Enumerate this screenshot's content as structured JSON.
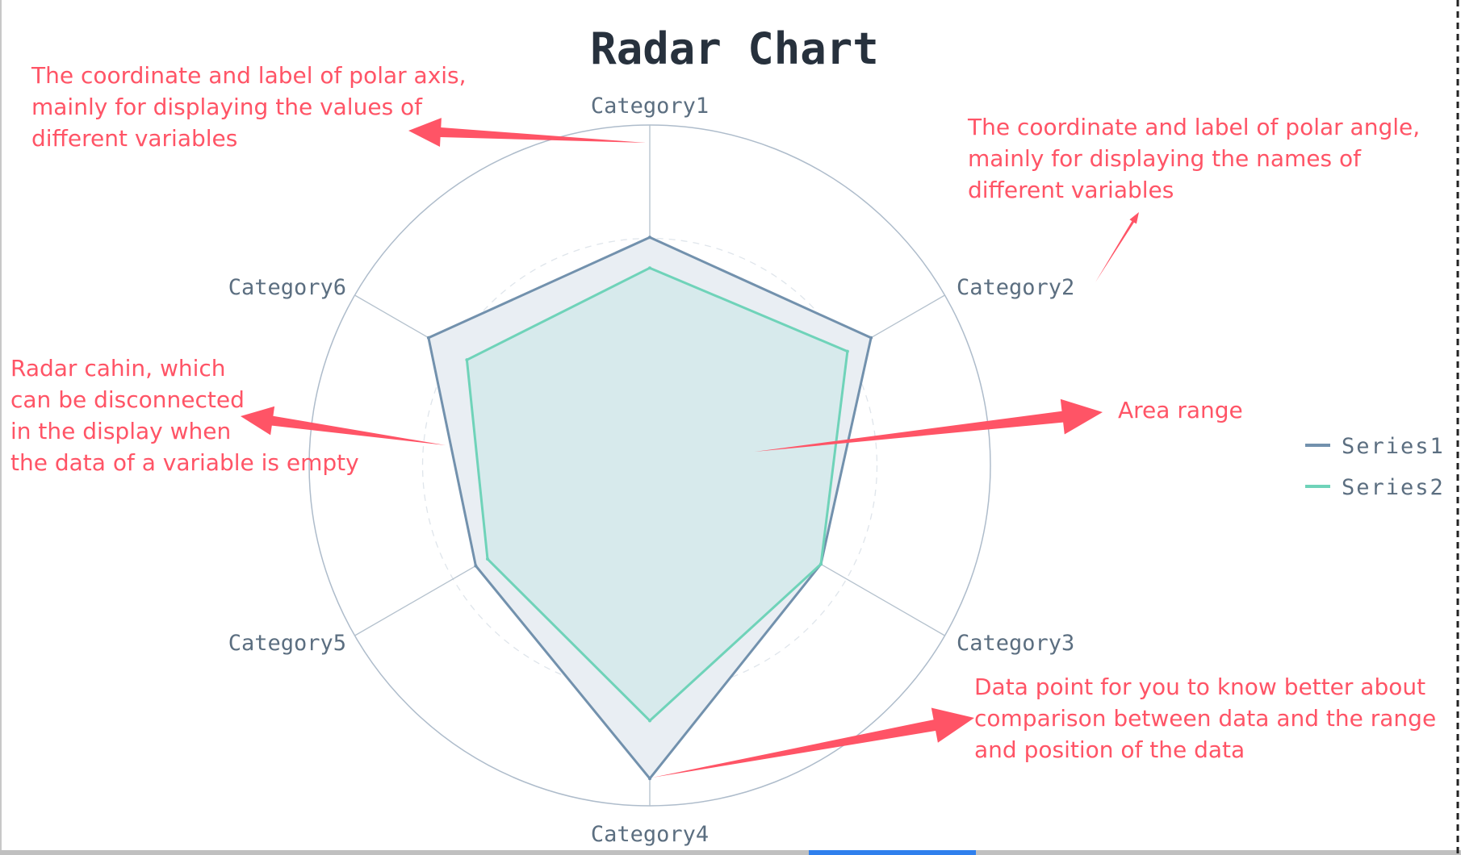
{
  "chart_data": {
    "type": "radar",
    "title": "Radar Chart",
    "categories": [
      "Category1",
      "Category2",
      "Category3",
      "Category4",
      "Category5",
      "Category6"
    ],
    "max": 100,
    "rings": [
      33.3,
      66.7,
      100
    ],
    "series": [
      {
        "name": "Series1",
        "color": "#7291ad",
        "fill": "#e9eef3",
        "values": [
          67,
          75,
          58,
          92,
          59,
          75
        ]
      },
      {
        "name": "Series2",
        "color": "#6fd3b9",
        "fill": "#d4e9ea",
        "values": [
          58,
          67,
          58,
          75,
          55,
          62
        ]
      }
    ],
    "legend_position": "right"
  },
  "annotations": {
    "polar_axis": [
      "The coordinate and label of polar axis,",
      "mainly for displaying the values of",
      "different variables"
    ],
    "polar_angle": [
      "The coordinate and label of polar angle,",
      "mainly for displaying the names of",
      "different variables"
    ],
    "radar_chain": [
      "Radar cahin, which",
      "can be disconnected",
      "in the display when",
      "the data of a variable is empty"
    ],
    "area_range": [
      "Area range"
    ],
    "data_point": [
      "Data point for you to know better about",
      "comparison between data and the range",
      "and position of the data"
    ]
  },
  "colors": {
    "annotation": "#ff5466",
    "axis": "#aebccb",
    "title": "#27313d"
  }
}
